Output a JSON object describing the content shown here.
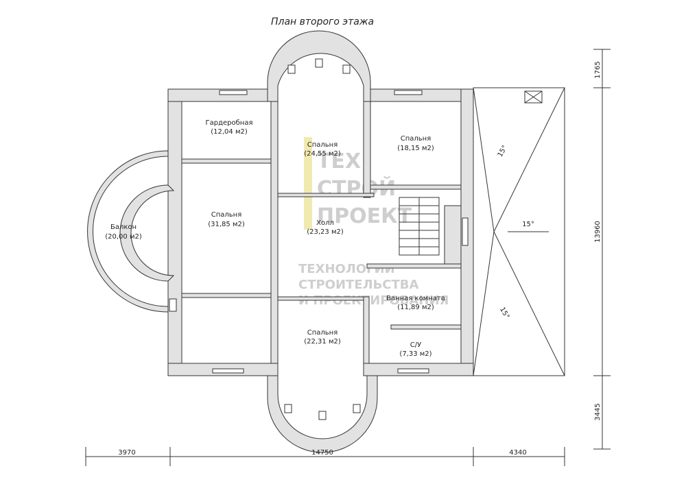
{
  "title": "План второго этажа",
  "rooms": [
    {
      "name": "Гардеробная",
      "area": "(12,04 м2)"
    },
    {
      "name": "Спальня",
      "area": "(24,55 м2)"
    },
    {
      "name": "Спальня",
      "area": "(18,15 м2)"
    },
    {
      "name": "Спальня",
      "area": "(31,85 м2)"
    },
    {
      "name": "Балкон",
      "area": "(20,00 м2)"
    },
    {
      "name": "Холл",
      "area": "(23,23 м2)"
    },
    {
      "name": "Ванная комната",
      "area": "(11,89 м2)"
    },
    {
      "name": "Спальня",
      "area": "(22,31 м2)"
    },
    {
      "name": "С/У",
      "area": "(7,33 м2)"
    }
  ],
  "roof_slopes": [
    "15°",
    "15°",
    "15°"
  ],
  "dimensions": {
    "bottom": [
      "3970",
      "14750",
      "4340"
    ],
    "right": [
      "1765",
      "13960",
      "3445"
    ]
  },
  "watermark": {
    "logo": [
      "ТЕХ",
      "СТРОЙ",
      "ПРОЕКТ"
    ],
    "tagline": [
      "ТЕХНОЛОГИИ",
      "СТРОИТЕЛЬСТВА",
      "И ПРОЕКТИРОВАНИЯ"
    ]
  },
  "colors": {
    "wall_fill": "#e2e2e2",
    "line": "#333333",
    "watermark": "#c9c9c9"
  }
}
